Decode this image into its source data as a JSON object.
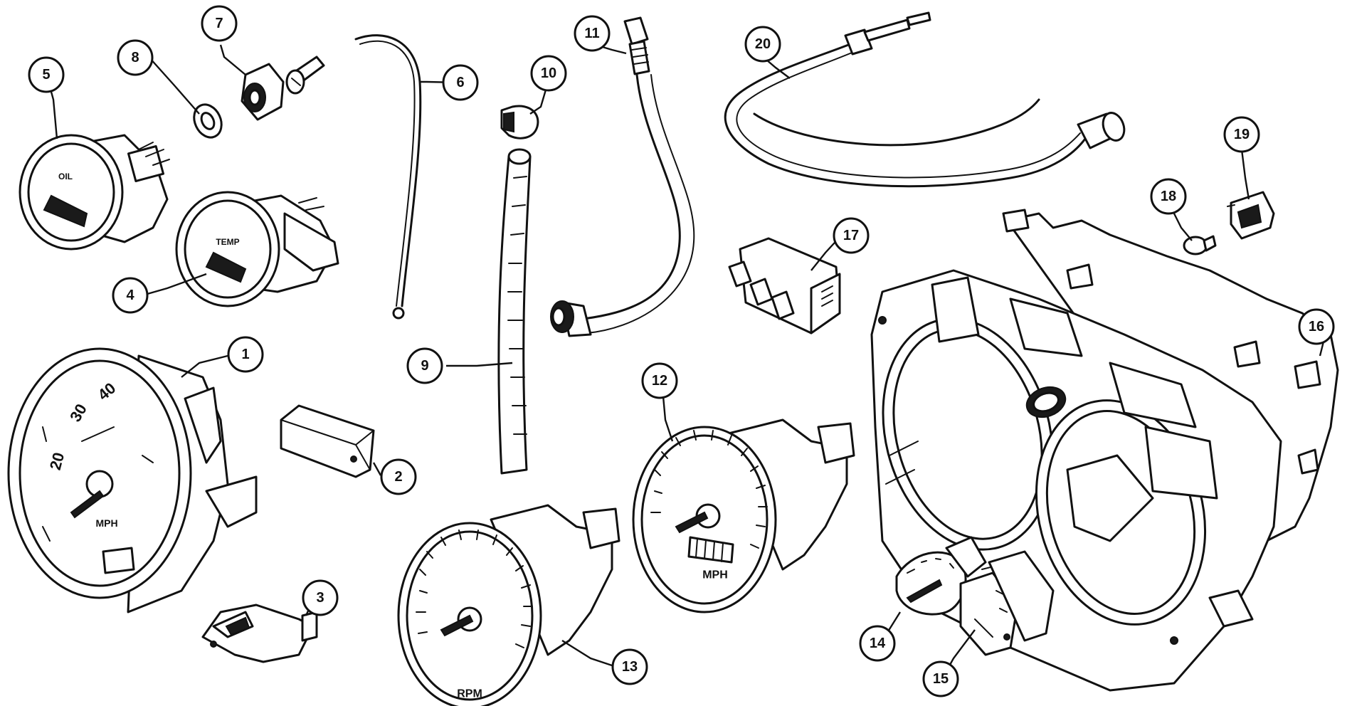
{
  "callouts": [
    {
      "id": "1",
      "label": "1"
    },
    {
      "id": "2",
      "label": "2"
    },
    {
      "id": "3",
      "label": "3"
    },
    {
      "id": "4",
      "label": "4"
    },
    {
      "id": "5",
      "label": "5"
    },
    {
      "id": "6",
      "label": "6"
    },
    {
      "id": "7",
      "label": "7"
    },
    {
      "id": "8",
      "label": "8"
    },
    {
      "id": "9",
      "label": "9"
    },
    {
      "id": "10",
      "label": "10"
    },
    {
      "id": "11",
      "label": "11"
    },
    {
      "id": "12",
      "label": "12"
    },
    {
      "id": "13",
      "label": "13"
    },
    {
      "id": "14",
      "label": "14"
    },
    {
      "id": "15",
      "label": "15"
    },
    {
      "id": "16",
      "label": "16"
    },
    {
      "id": "17",
      "label": "17"
    },
    {
      "id": "18",
      "label": "18"
    },
    {
      "id": "19",
      "label": "19"
    },
    {
      "id": "20",
      "label": "20"
    }
  ],
  "dials": {
    "speedo_small": {
      "marks": [
        "20",
        "30",
        "40"
      ],
      "unit": "MPH"
    },
    "speedo_large": {
      "unit": "MPH"
    },
    "tacho": {
      "unit": "RPM"
    },
    "gauge_oil": {
      "label": "OIL"
    },
    "gauge_temp": {
      "label": "TEMP"
    }
  }
}
